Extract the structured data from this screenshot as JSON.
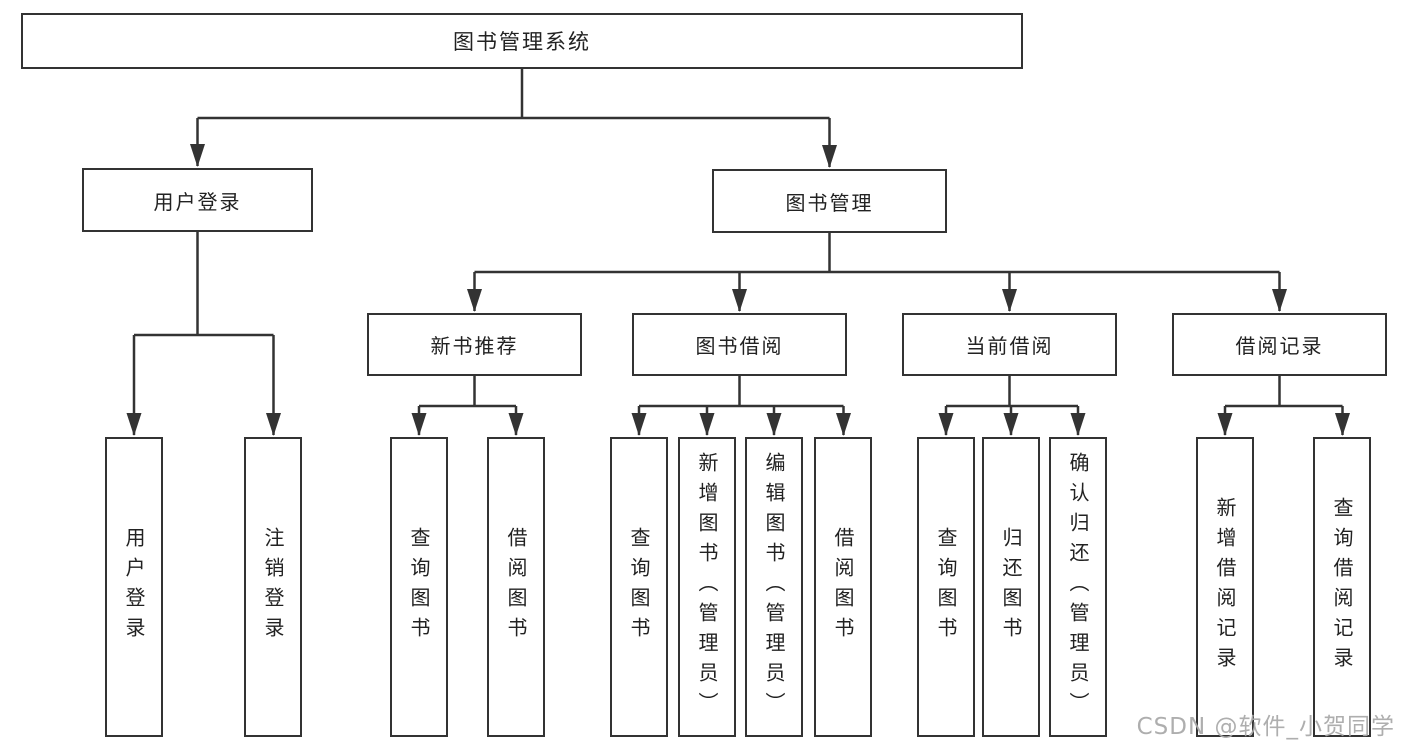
{
  "diagram": {
    "root": "图书管理系统",
    "level2": [
      "用户登录",
      "图书管理"
    ],
    "level3": [
      "新书推荐",
      "图书借阅",
      "当前借阅",
      "借阅记录"
    ],
    "leaves": {
      "user_login": [
        "用户登录",
        "注销登录"
      ],
      "new_book_recommend": [
        "查询图书",
        "借阅图书"
      ],
      "book_borrow": [
        "查询图书",
        "新增图书（管理员）",
        "编辑图书（管理员）",
        "借阅图书"
      ],
      "current_borrow": [
        "查询图书",
        "归还图书",
        "确认归还（管理员）"
      ],
      "borrow_record": [
        "新增借阅记录",
        "查询借阅记录"
      ]
    }
  },
  "watermark": "CSDN @软件_小贺同学",
  "colors": {
    "line": "#333333",
    "text": "#222222",
    "watermark": "#aaaaaa",
    "background": "#ffffff"
  }
}
